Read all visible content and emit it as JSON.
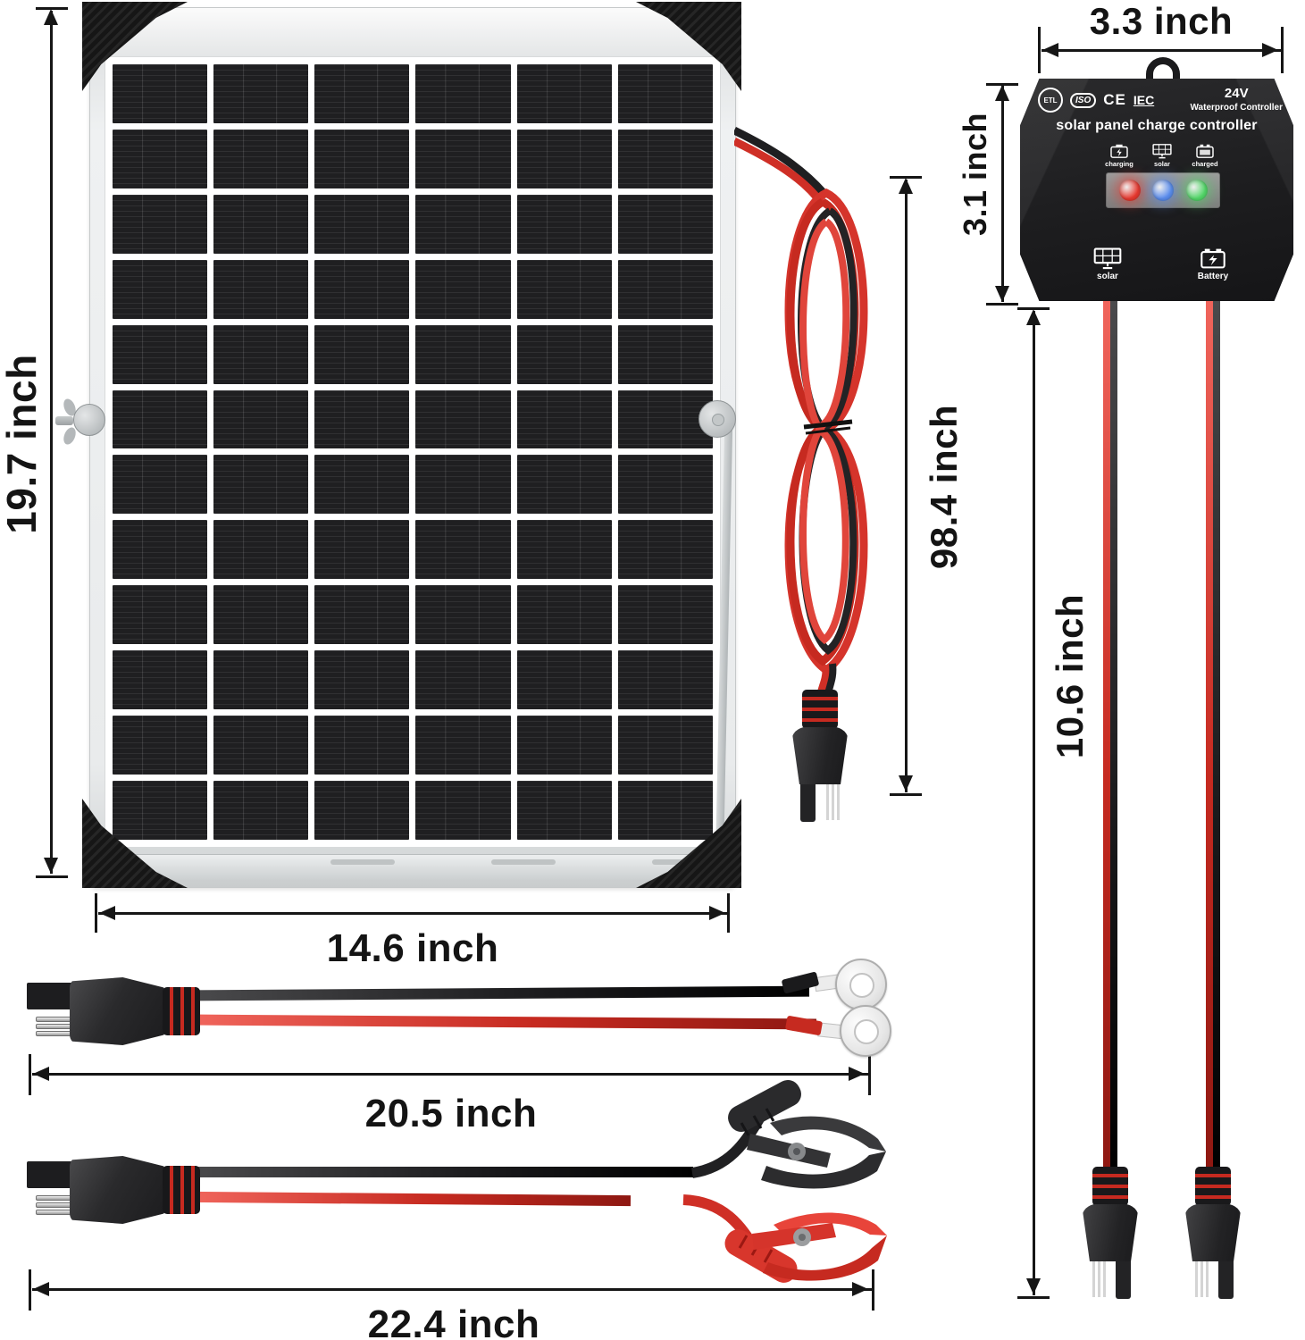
{
  "colors": {
    "accent_red": "#c62a20",
    "wire_black": "#1f1f21",
    "dimension": "#161616",
    "controller_body": "#1e1e20",
    "led_strip": "#8f8f8f",
    "panel_frame_silver": "#e7e9ea",
    "led_red": "#e8392f",
    "led_blue": "#5b8dee",
    "led_green": "#53d769"
  },
  "dims": {
    "panel_height": "19.7 inch",
    "panel_width": "14.6 inch",
    "panel_cable": "98.4 inch",
    "controller_width": "3.3 inch",
    "controller_height": "3.1 inch",
    "controller_cable": "10.6 inch",
    "ring_cable": "20.5 inch",
    "clip_cable": "22.4 inch"
  },
  "controller": {
    "certifications": [
      "ETL",
      "ISO",
      "CE",
      "IEC"
    ],
    "voltage": "24V",
    "subtitle": "Waterproof Controller",
    "title": "solar panel charge controller",
    "leds": [
      {
        "label": "charging",
        "color": "#e8392f",
        "icon": "battery-charging-icon"
      },
      {
        "label": "solar",
        "color": "#5b8dee",
        "icon": "solar-panel-icon"
      },
      {
        "label": "charged",
        "color": "#53d769",
        "icon": "battery-icon"
      }
    ],
    "ports": [
      {
        "label": "solar",
        "icon": "solar-panel-icon"
      },
      {
        "label": "Battery",
        "icon": "battery-icon"
      }
    ]
  }
}
